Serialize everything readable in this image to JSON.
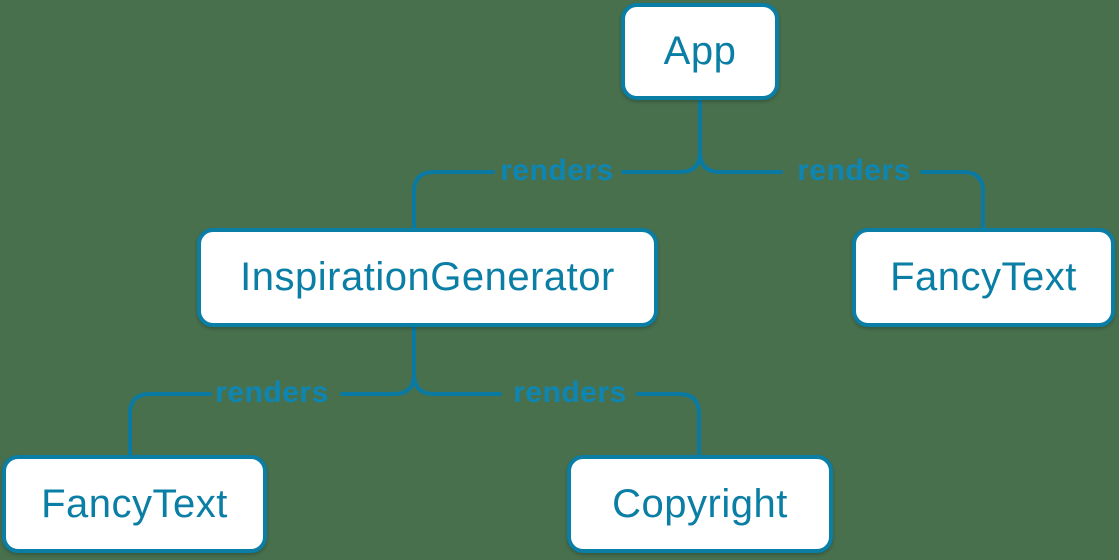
{
  "diagram": {
    "nodes": [
      {
        "id": "app",
        "label": "App"
      },
      {
        "id": "inspiration-generator",
        "label": "InspirationGenerator"
      },
      {
        "id": "fancy-text-right",
        "label": "FancyText"
      },
      {
        "id": "fancy-text-left",
        "label": "FancyText"
      },
      {
        "id": "copyright",
        "label": "Copyright"
      }
    ],
    "edges": [
      {
        "from": "app",
        "to": "inspiration-generator",
        "label": "renders"
      },
      {
        "from": "app",
        "to": "fancy-text-right",
        "label": "renders"
      },
      {
        "from": "inspiration-generator",
        "to": "fancy-text-left",
        "label": "renders"
      },
      {
        "from": "inspiration-generator",
        "to": "copyright",
        "label": "renders"
      }
    ],
    "colors": {
      "accent": "#0a7ea4",
      "edge_line": "#0b7aa3",
      "edge_label": "#0e86b3",
      "node_fill": "#ffffff",
      "background": "#48704d"
    }
  }
}
